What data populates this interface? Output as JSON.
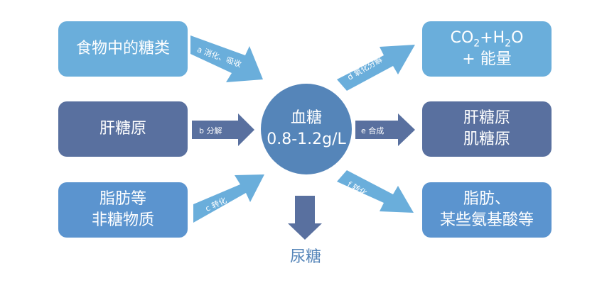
{
  "sources": {
    "food_sugar": "食物中的糖类",
    "liver_glycogen": "肝糖原",
    "non_sugar_line1": "脂肪等",
    "non_sugar_line2": "非糖物质"
  },
  "center": {
    "line1": "血糖",
    "line2": "0.8-1.2g/L"
  },
  "outputs": {
    "energy_co2": "CO",
    "energy_sub2": "2",
    "energy_plus_h": "+H",
    "energy_sub2b": "2",
    "energy_o": "O",
    "energy_line2": "+ 能量",
    "glycogen_line1": "肝糖原",
    "glycogen_line2": "肌糖原",
    "fat_line1": "脂肪、",
    "fat_line2": "某些氨基酸等"
  },
  "arrows": {
    "a": "a 消化、吸收",
    "b": "b 分解",
    "c": "c 转化",
    "d": "d 氧化分解",
    "e": "e 合成",
    "f": "f 转化"
  },
  "urine": "尿糖",
  "colors": {
    "light_box": "#6aaedb",
    "dark_box": "#59709f",
    "mid_box": "#5b94cf",
    "center": "#5585b9",
    "arrow_light": "#6aaedb",
    "arrow_dark": "#59709f"
  }
}
